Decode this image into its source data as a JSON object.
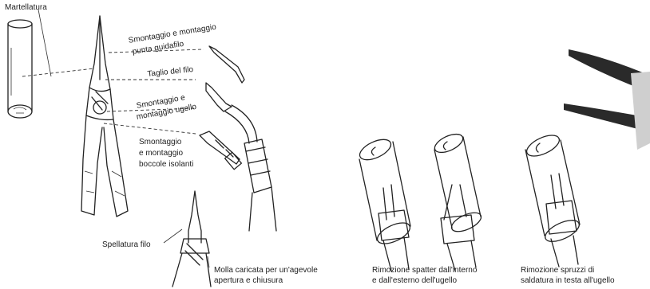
{
  "labels": {
    "martellatura": "Martellatura",
    "punta_line1": "Smontaggio e montaggio",
    "punta_line2": "punta guidafilo",
    "taglio": "Taglio del filo",
    "ugello_line1": "Smontaggio e",
    "ugello_line2": "montaggio ugello",
    "boccole_line1": "Smontaggio",
    "boccole_line2": "e montaggio",
    "boccole_line3": "boccole isolanti",
    "spellatura": "Spellatura filo",
    "molla_line1": "Molla caricata per un'agevole",
    "molla_line2": "apertura e chiusura",
    "spatter_line1": "Rimozione spatter dall'interno",
    "spatter_line2": "e dall'esterno dell'ugello",
    "spruzzi_line1": "Rimozione spruzzi di",
    "spruzzi_line2": "saldatura in testa all'ugello"
  },
  "colors": {
    "ink": "#222222",
    "background": "#ffffff",
    "photo_tip": "#2a2a2a"
  }
}
